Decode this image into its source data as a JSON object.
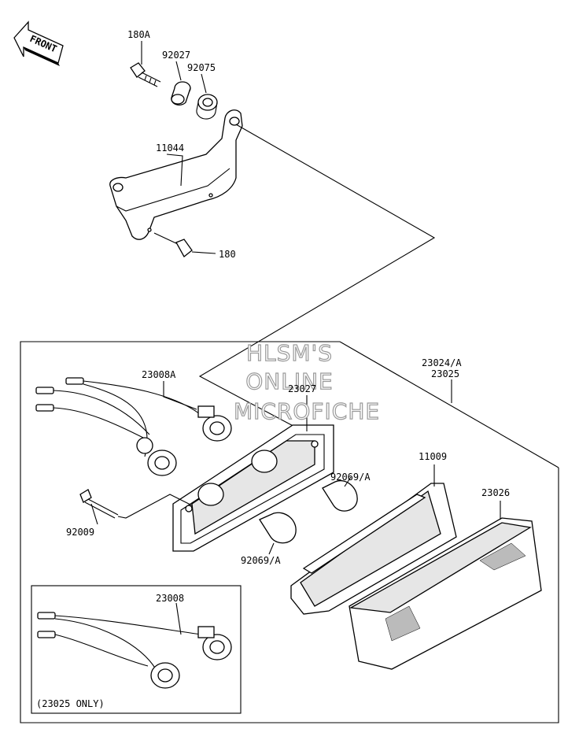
{
  "watermark": {
    "line1": "HLSM'S",
    "line2": "ONLINE",
    "line3": "MICROFICHE"
  },
  "front_arrow": {
    "label": "FRONT"
  },
  "labels": {
    "p180a": "180A",
    "p92027": "92027",
    "p92075": "92075",
    "p11044": "11044",
    "p180": "180",
    "p23008a": "23008A",
    "p23027": "23027",
    "p23024a": "23024/A",
    "p23025": "23025",
    "p11009": "11009",
    "p23026": "23026",
    "p92069a_top": "92069/A",
    "p92009": "92009",
    "p92069a_bottom": "92069/A",
    "p23008": "23008",
    "note": "(23025 ONLY)"
  }
}
